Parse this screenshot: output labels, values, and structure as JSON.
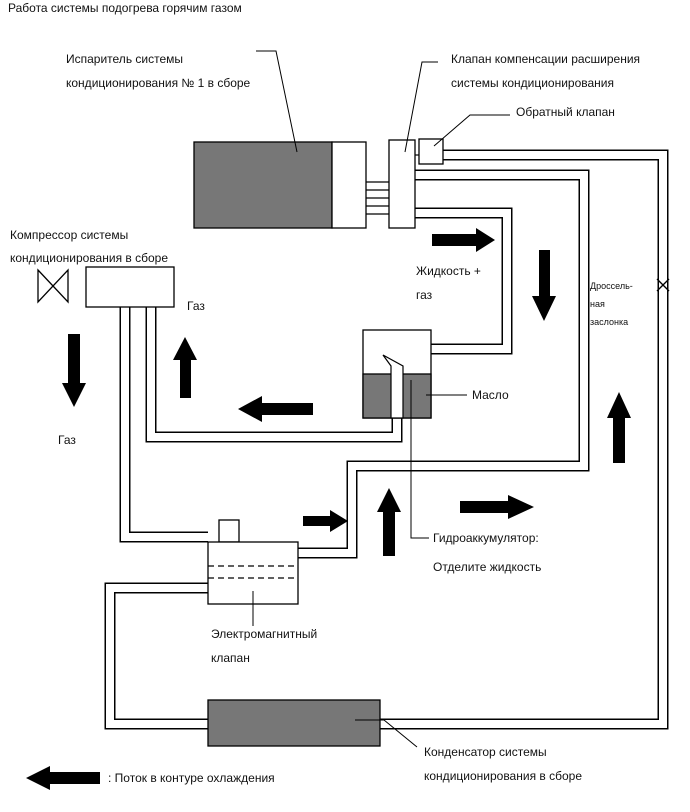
{
  "title": "Работа системы подогрева горячим газом",
  "labels": {
    "evaporator_1": "Испаритель системы",
    "evaporator_2": "кондиционирования № 1 в сборе",
    "expansion_valve_1": "Клапан компенсации расширения",
    "expansion_valve_2": "системы кондиционирования",
    "check_valve": "Обратный клапан",
    "compressor_1": "Компрессор системы",
    "compressor_2": "кондиционирования в сборе",
    "gas_right": "Газ",
    "gas_left": "Газ",
    "liquid_gas_1": "Жидкость +",
    "liquid_gas_2": "газ",
    "throttle_1": "Дроссель-",
    "throttle_2": "ная",
    "throttle_3": "заслонка",
    "oil": "Масло",
    "accumulator_1": "Гидроаккумулятор:",
    "accumulator_2": "Отделите жидкость",
    "solenoid_1": "Электромагнитный",
    "solenoid_2": "клапан",
    "condenser_1": "Конденсатор системы",
    "condenser_2": "кондиционирования в сборе",
    "legend": ": Поток в контуре охлаждения"
  },
  "colors": {
    "component_fill": "#777777",
    "line": "#000000",
    "background": "#ffffff"
  }
}
